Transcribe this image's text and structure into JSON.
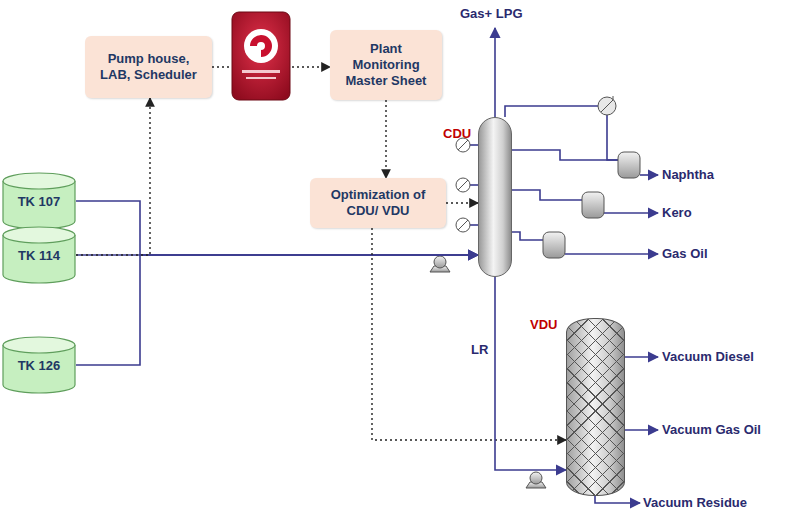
{
  "diagram": {
    "nodes": [
      {
        "text": [
          "TK 107"
        ]
      },
      {
        "text": [
          "TK 114"
        ]
      },
      {
        "text": [
          "TK 126"
        ]
      },
      {
        "text": [
          "Pump house, LAB, Scheduler"
        ]
      },
      {
        "text": [
          "Plant Monitoring Master Sheet"
        ]
      },
      {
        "text": [
          "Optimization of CDU/ VDU"
        ]
      },
      {
        "text": [
          "CDU"
        ]
      },
      {
        "text": [
          "VDU"
        ]
      }
    ],
    "edges": [
      {
        "from": 0,
        "to": 6,
        "arrow": "to"
      },
      {
        "from": 1,
        "to": 6,
        "arrow": "to"
      },
      {
        "from": 2,
        "to": 6,
        "arrow": "to"
      },
      {
        "from": 1,
        "to": 3,
        "arrow": "to"
      },
      {
        "from": 3,
        "to": 4,
        "arrow": "to"
      },
      {
        "from": 4,
        "to": 5,
        "arrow": "to"
      },
      {
        "from": 5,
        "to": 6,
        "arrow": "to"
      },
      {
        "from": 5,
        "to": 7,
        "arrow": "to"
      },
      {
        "from": 6,
        "to": 7,
        "label": "LR",
        "arrow": "to"
      }
    ],
    "labels": [
      "Gas+ LPG",
      "Naphtha",
      "Kero",
      "Gas Oil",
      "Vacuum Diesel",
      "Vacuum Gas Oil",
      "Vacuum Residue"
    ]
  }
}
